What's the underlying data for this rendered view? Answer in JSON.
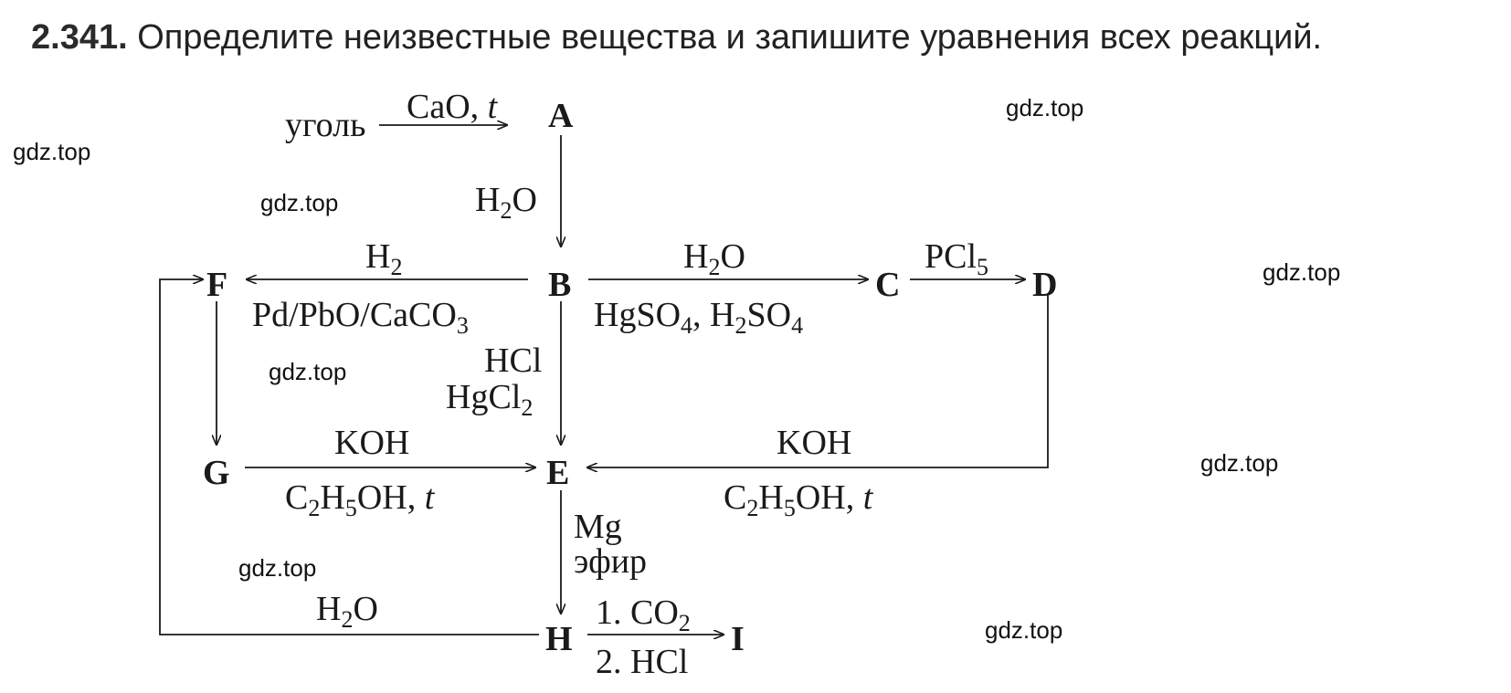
{
  "header": {
    "number": "2.341.",
    "text": "Определите неизвестные вещества и запишите уравнения всех реакций."
  },
  "nodes": {
    "coal": "уголь",
    "A": "A",
    "B": "B",
    "C": "C",
    "D": "D",
    "E": "E",
    "F": "F",
    "G": "G",
    "H": "H",
    "I": "I"
  },
  "reagents": {
    "coal_A": {
      "base": "CaO, ",
      "italic": "t"
    },
    "A_B": {
      "h": "H",
      "sub": "2",
      "tail": "O"
    },
    "B_F_top": {
      "h": "H",
      "sub": "2"
    },
    "B_F_bottom": {
      "a": "Pd/PbO/CaCO",
      "sub": "3"
    },
    "B_C_top": {
      "h": "H",
      "sub": "2",
      "tail": "O"
    },
    "B_C_bottom": {
      "a": "HgSO",
      "sub1": "4",
      "b": ", H",
      "sub2": "2",
      "c": "SO",
      "sub3": "4"
    },
    "C_D": {
      "a": "PCl",
      "sub": "5"
    },
    "B_E_line1": "HCl",
    "B_E_line2": {
      "a": "HgCl",
      "sub": "2"
    },
    "G_E_top": "KOH",
    "G_E_bottom": {
      "a": "C",
      "s1": "2",
      "b": "H",
      "s2": "5",
      "c": "OH, ",
      "it": "t"
    },
    "D_E_top": "KOH",
    "D_E_bottom": {
      "a": "C",
      "s1": "2",
      "b": "H",
      "s2": "5",
      "c": "OH, ",
      "it": "t"
    },
    "E_H_line1": "Mg",
    "E_H_line2": "эфир",
    "H_F": {
      "h": "H",
      "sub": "2",
      "tail": "O"
    },
    "H_I_top": {
      "a": "1. CO",
      "sub": "2"
    },
    "H_I_bottom": "2. HCl"
  },
  "watermarks": [
    "gdz.top",
    "gdz.top",
    "gdz.top",
    "gdz.top",
    "gdz.top",
    "gdz.top",
    "gdz.top",
    "gdz.top"
  ]
}
